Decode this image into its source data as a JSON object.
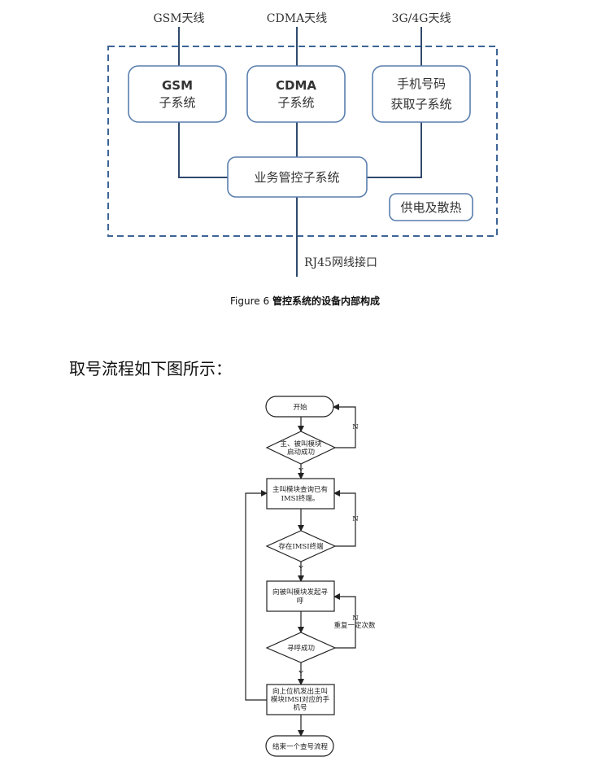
{
  "architecture": {
    "antennas": [
      "GSM天线",
      "CDMA天线",
      "3G/4G天线"
    ],
    "gsm": {
      "line1": "GSM",
      "line2": "子系统"
    },
    "cdma": {
      "line1": "CDMA",
      "line2": "子系统"
    },
    "phone": {
      "line1": "手机号码",
      "line2": "获取子系统"
    },
    "control": "业务管控子系统",
    "power": "供电及散热",
    "rj45": "RJ45网线接口",
    "colors": {
      "box_border": "#5a7fae",
      "line": "#2f4a6d"
    }
  },
  "caption": {
    "prefix": "Figure 6",
    "text": "管控系统的设备内部构成"
  },
  "intro": "取号流程如下图所示：",
  "flowchart": {
    "start": "开始",
    "d1": [
      "主、被叫模块",
      "启动成功"
    ],
    "b1": [
      "主叫模块查询已有",
      "IMSI终端。"
    ],
    "d2": "存在IMSI终端",
    "b2": [
      "向被叫模块发起寻",
      "呼"
    ],
    "d3": "寻呼成功",
    "b3": [
      "向上位机发出主叫",
      "模块IMSI对应的手",
      "机号"
    ],
    "end": "结束一个查号流程",
    "yes": "Y",
    "no": "N",
    "retry": "重复一定次数"
  }
}
